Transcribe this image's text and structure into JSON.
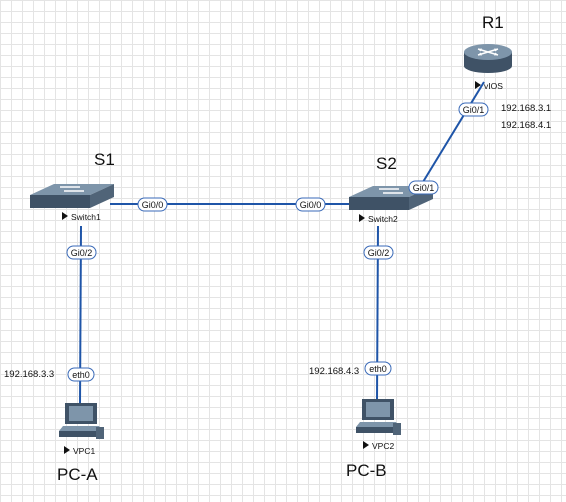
{
  "nodes": {
    "r1": {
      "name": "R1",
      "label": "vIOS"
    },
    "s1": {
      "name": "S1",
      "label": "Switch1"
    },
    "s2": {
      "name": "S2",
      "label": "Switch2"
    },
    "pca": {
      "name": "PC-A",
      "label": "VPC1"
    },
    "pcb": {
      "name": "PC-B",
      "label": "VPC2"
    }
  },
  "interfaces": {
    "s1_gi00": "Gi0/0",
    "s2_gi00": "Gi0/0",
    "s1_gi02": "Gi0/2",
    "s2_gi02": "Gi0/2",
    "s2_gi01": "Gi0/1",
    "r1_gi01": "Gi0/1",
    "pca_eth0": "eth0",
    "pcb_eth0": "eth0"
  },
  "addresses": {
    "r1_ip1": "192.168.3.1",
    "r1_ip2": "192.168.4.1",
    "pca_ip": "192.168.3.3",
    "pcb_ip": "192.168.4.3"
  },
  "colors": {
    "link": "#1f55a8",
    "device_dark": "#3f5266",
    "device_light": "#7e95aa"
  },
  "icons": {
    "router": "router-icon",
    "switch": "switch-icon",
    "pc": "pc-icon",
    "play": "play-triangle-icon"
  }
}
